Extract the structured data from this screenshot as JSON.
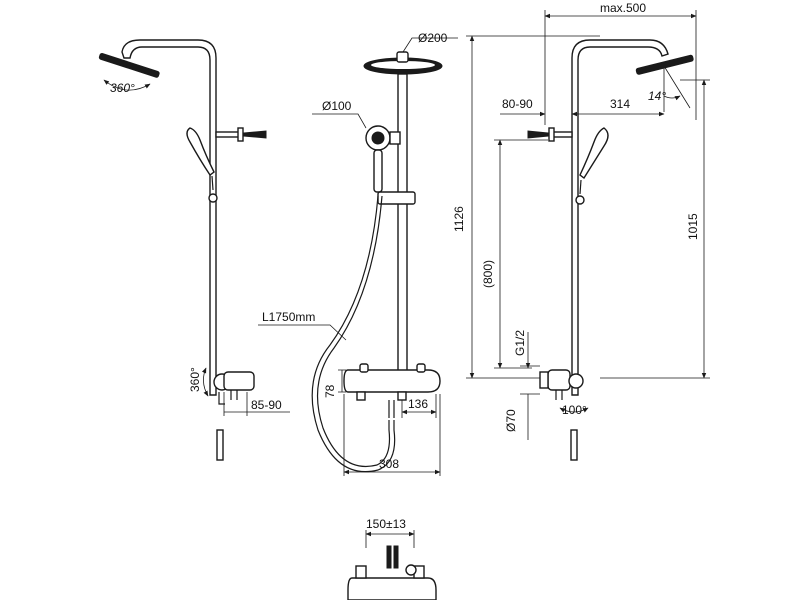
{
  "labels": {
    "max_width": "max.500",
    "head_diameter": "Ø200",
    "hand_diameter": "Ø100",
    "rotation_head": "360°",
    "rotation_mixer": "360°",
    "rotation_spout": "100°",
    "hose_length": "L1750mm",
    "wall_offset_left": "85-90",
    "wall_offset_right": "80-90",
    "mixer_depth": "78",
    "mixer_projection": "136",
    "mixer_width": "308",
    "arm_reach": "314",
    "tilt_angle": "14°",
    "total_height": "1126",
    "head_height": "1015",
    "rail_height": "(800)",
    "thread": "G1/2",
    "rosette_diameter": "Ø70",
    "connection_centres": "150±13"
  }
}
